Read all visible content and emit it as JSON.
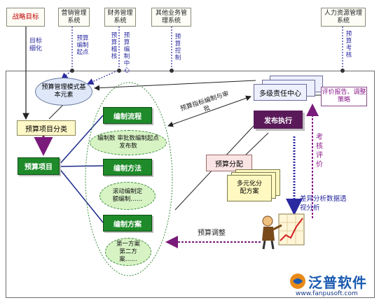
{
  "top": {
    "strategy": "战略目标",
    "sales": "营销管理系统",
    "finance": "财务管理系统",
    "other": "其他业务管理系统",
    "hr": "人力资源管理系统"
  },
  "vlabels": {
    "goal_split": "目标细化",
    "budget_start": "预算编制起点",
    "budget_check": "预算稽核",
    "budget_center": "预算编制中心",
    "budget_control": "预算控制",
    "budget_assess": "预算考核"
  },
  "nodes": {
    "mode": "预算管理模式基本元素",
    "classify": "预算项目分类",
    "item": "预算项目",
    "flow": "编制流程",
    "flow_detail": "编制数 审批数编制起点 发布数",
    "method": "编制方法",
    "method_detail": "滚动编制定额编制……",
    "plan": "编制方案",
    "plan_detail": "第一方案第二方案……",
    "center": "多级责任中心",
    "report": "评价报告、调整策略",
    "execute": "发布执行",
    "distribute": "预算分配",
    "multi": "多元化分配方案"
  },
  "labels": {
    "index_approve": "预算指标编制与审批",
    "evaluate": "考核评价",
    "analysis": "差异分析数据透视分析",
    "adjust": "预算调整"
  },
  "logo": {
    "name": "泛普软件",
    "url": "www.fanpusoft.com"
  },
  "colors": {
    "green": "#1f8a2a",
    "purple": "#7a1a7a",
    "blue_arrow": "#2a2aa0",
    "dark_arrow": "#4a1a4a"
  }
}
